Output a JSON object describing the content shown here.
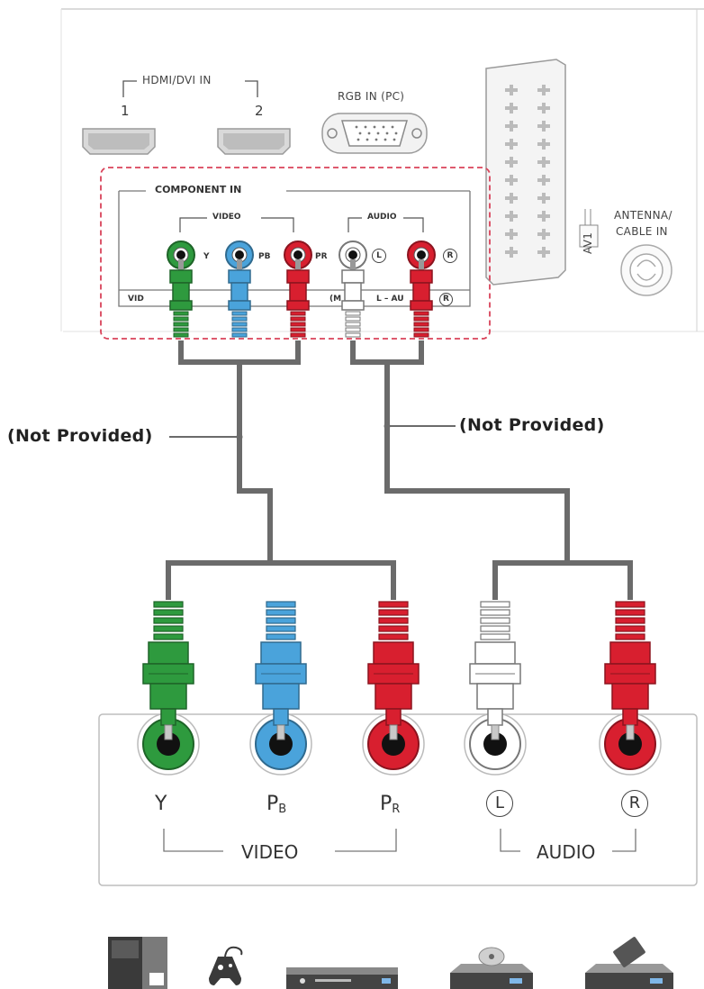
{
  "tv_panel": {
    "hdmi_group_label": "HDMI/DVI IN",
    "hdmi_port_1": "1",
    "hdmi_port_2": "2",
    "rgb_label": "RGB IN (PC)",
    "component_label": "COMPONENT IN",
    "video_group_label": "VIDEO",
    "audio_group_label": "AUDIO",
    "jack_y": "Y",
    "jack_pb": "PB",
    "jack_pr": "PR",
    "jack_l": "L",
    "jack_r": "R",
    "bottom_left_text": "VID",
    "bottom_mid_text": "(M",
    "bottom_audio_text": "L – AU",
    "bottom_r_text": "R",
    "av1_label": "AV1",
    "antenna_label_1": "ANTENNA/",
    "antenna_label_2": "CABLE IN"
  },
  "cables": {
    "left_note": "(Not Provided)",
    "right_note": "(Not Provided)"
  },
  "device_panel": {
    "jack_y": "Y",
    "jack_pb": "P",
    "jack_pb_sub": "B",
    "jack_pr": "P",
    "jack_pr_sub": "R",
    "jack_l": "L",
    "jack_r": "R",
    "video_label": "VIDEO",
    "audio_label": "AUDIO"
  },
  "colors": {
    "green": "#2e9a3e",
    "blue": "#4aa3db",
    "red": "#d81f2f",
    "white": "#ffffff",
    "dashed_outline": "#d9435a",
    "cable": "#6b6b6b"
  },
  "devices": [
    "set-top-box-icon",
    "game-controller-icon",
    "dvd-player-icon",
    "disc-player-icon",
    "vcr-icon"
  ]
}
